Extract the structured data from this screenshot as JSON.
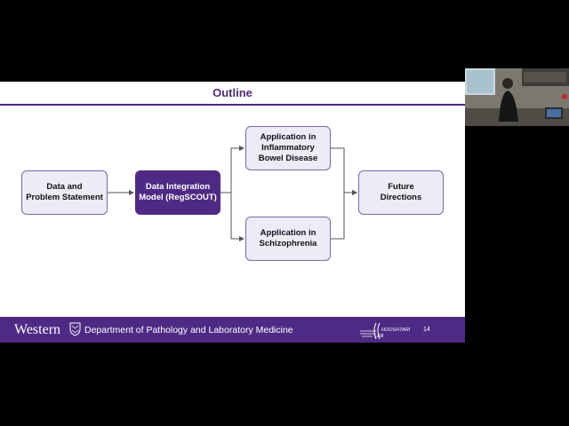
{
  "slide": {
    "title": "Outline",
    "boxes": {
      "data": "Data and\nProblem Statement",
      "model": "Data Integration\nModel (RegSCOUT)",
      "ibd": "Application in\nInflammatory\nBowel Disease",
      "scz": "Application in\nSchizophrenia",
      "future": "Future\nDirections"
    },
    "footer": {
      "university": "Western",
      "department": "Department of Pathology and Laboratory Medicine",
      "lab_logo": "HOOSHTARI LAB",
      "page_number": "14"
    }
  },
  "colors": {
    "accent": "#4f2a85",
    "box_fill": "#ecebf6",
    "box_border": "#7a6aa8"
  },
  "webcam": {
    "icon": "presenter-video"
  }
}
